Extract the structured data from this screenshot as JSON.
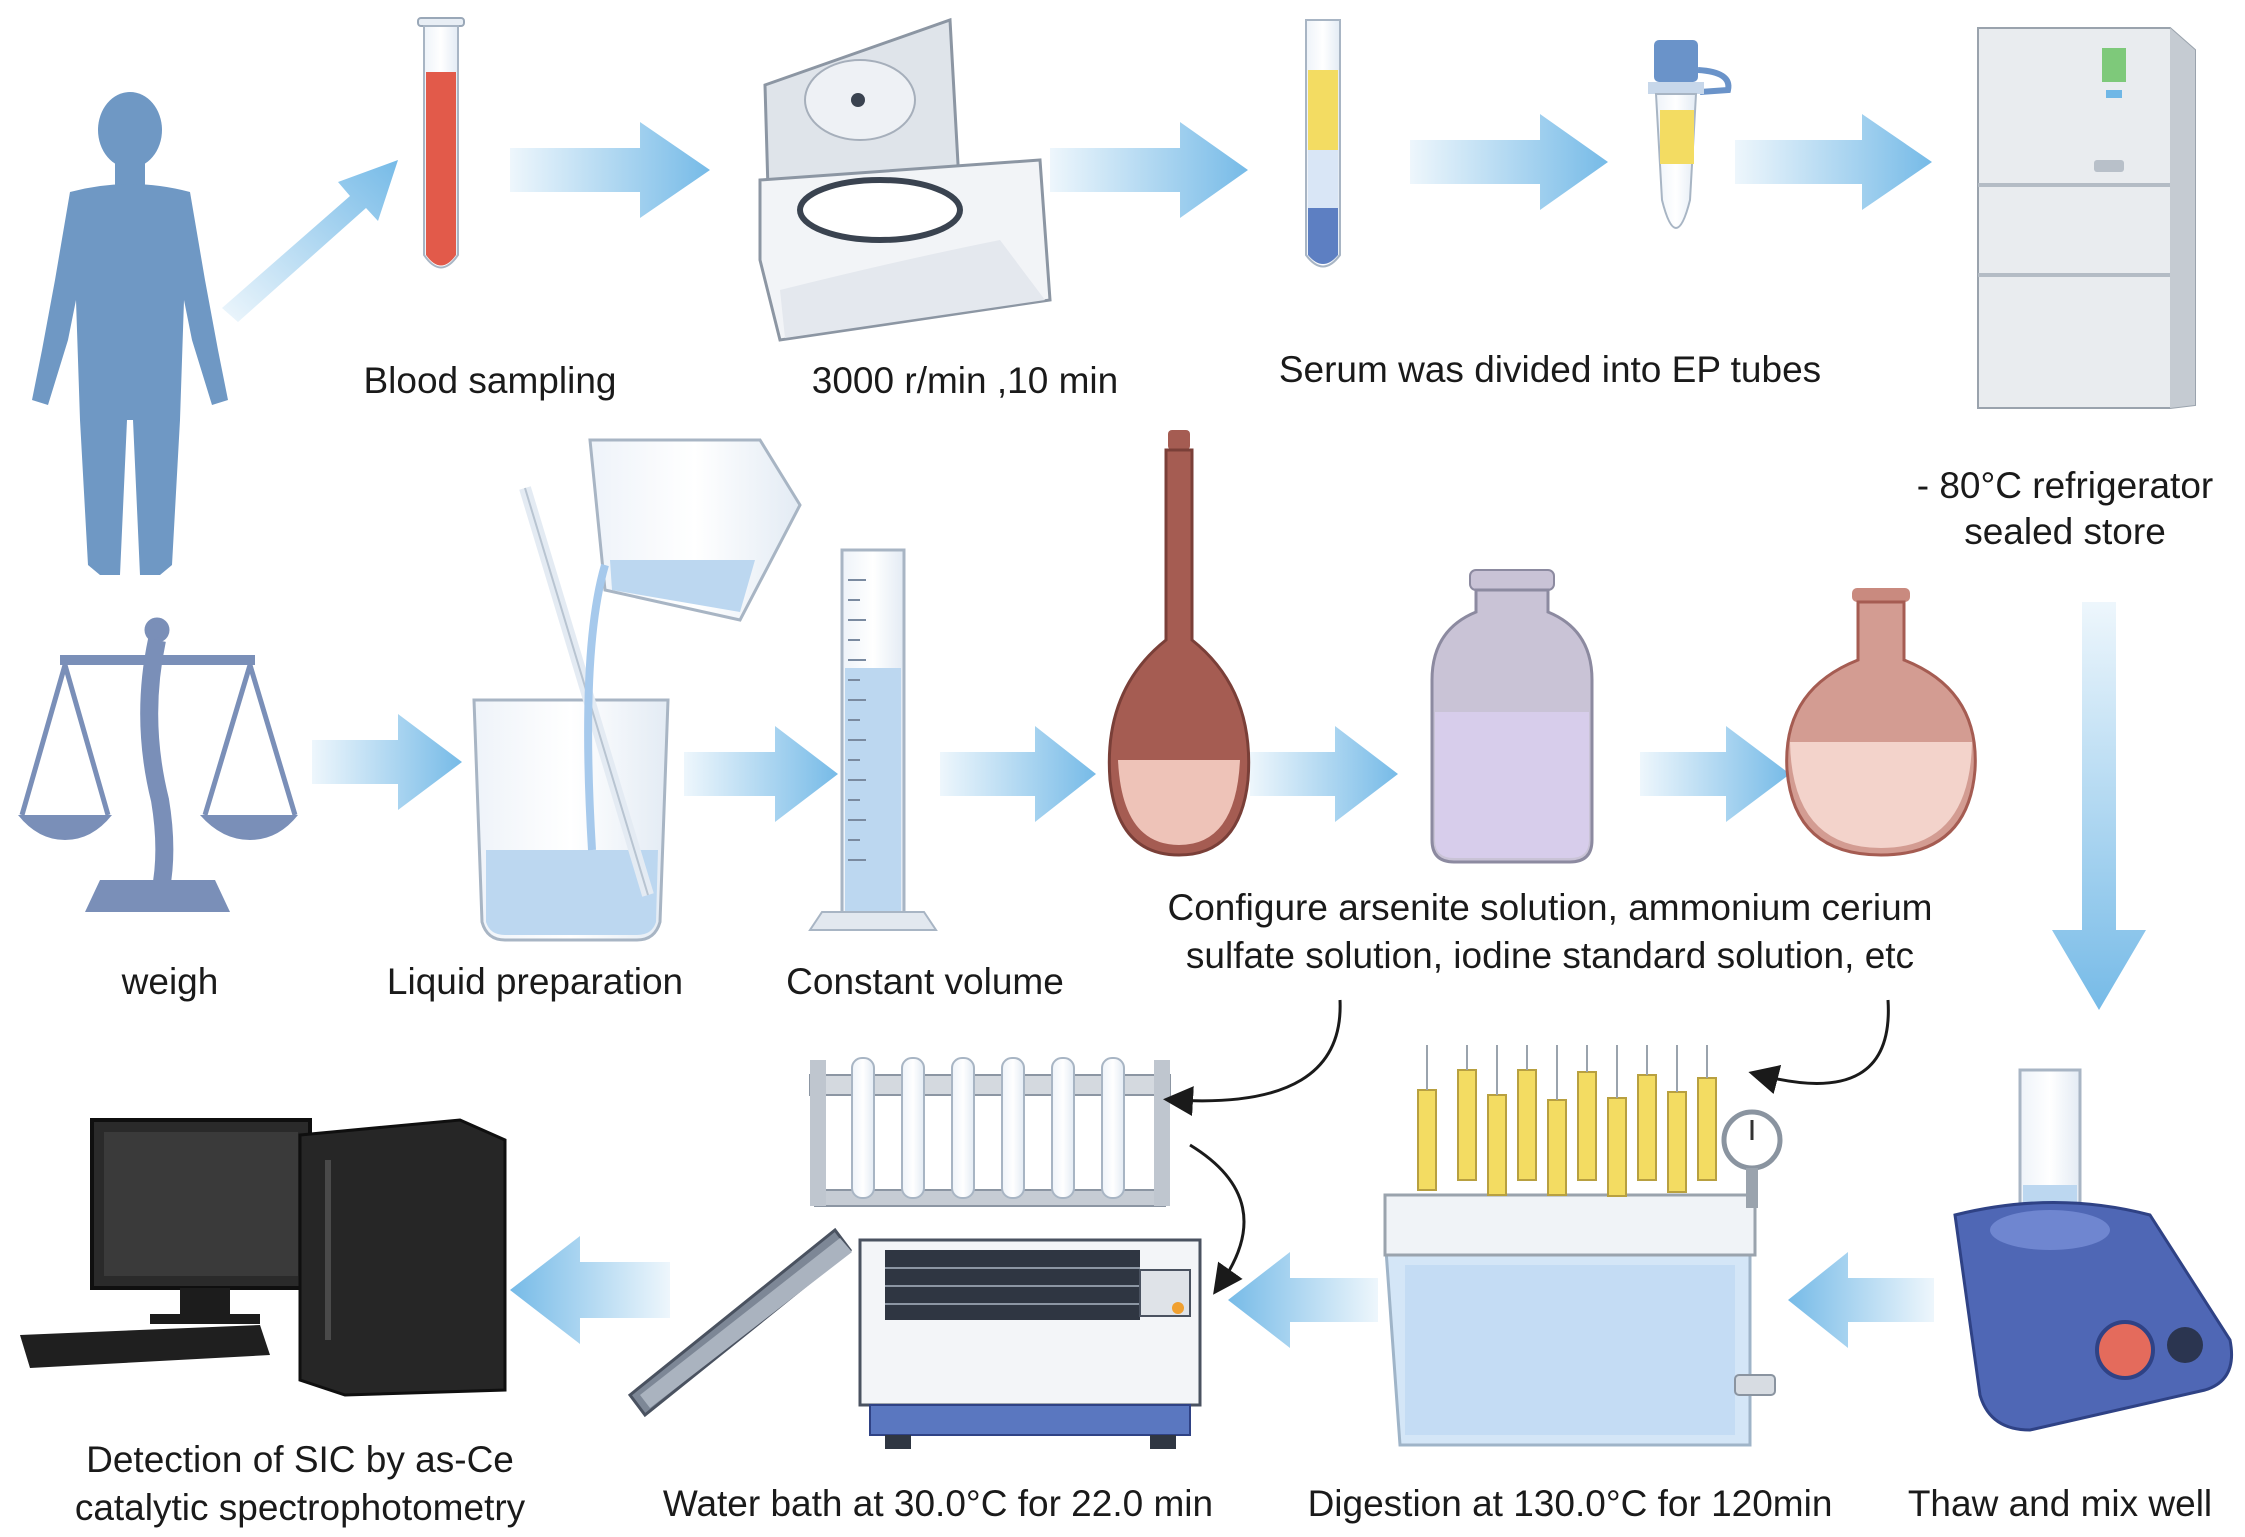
{
  "steps": {
    "blood_sampling": "Blood sampling",
    "centrifuge": "3000 r/min ,10 min",
    "serum": "Serum was divided into EP tubes",
    "refrigerator_line1": "- 80°C refrigerator",
    "refrigerator_line2": "sealed store",
    "weigh": "weigh",
    "liquid_preparation": "Liquid preparation",
    "constant_volume": "Constant volume",
    "configure_line1": "Configure arsenite solution, ammonium cerium",
    "configure_line2": "sulfate solution, iodine standard solution, etc",
    "thaw": "Thaw and mix well",
    "digestion": "Digestion at 130.0°C for 120min",
    "water_bath": "Water bath at 30.0°C for 22.0 min",
    "detection_line1": "Detection of SIC by as-Ce",
    "detection_line2": "catalytic spectrophotometry"
  },
  "icons": [
    "human-body-icon",
    "test-tube-icon",
    "centrifuge-icon",
    "separated-tube-icon",
    "ep-tube-icon",
    "refrigerator-icon",
    "balance-scale-icon",
    "beaker-icon",
    "graduated-cylinder-icon",
    "volumetric-flask-icon",
    "reagent-bottle-icon",
    "round-flask-icon",
    "stirrer-icon",
    "digestion-apparatus-icon",
    "tube-rack-icon",
    "water-bath-icon",
    "computer-icon"
  ],
  "colors": {
    "arrow": "#6fb7e6",
    "human": "#6f98c4",
    "blood": "#e25a4a",
    "serum": "#f3dc62",
    "clot": "#5d7fc2",
    "scale": "#7a8fb8",
    "flask_liquid": "#eec3b8",
    "flask_body": "#a55c52",
    "stirrer": "#4f67b5",
    "computer": "#262626",
    "connector": "#1a1a1a"
  }
}
